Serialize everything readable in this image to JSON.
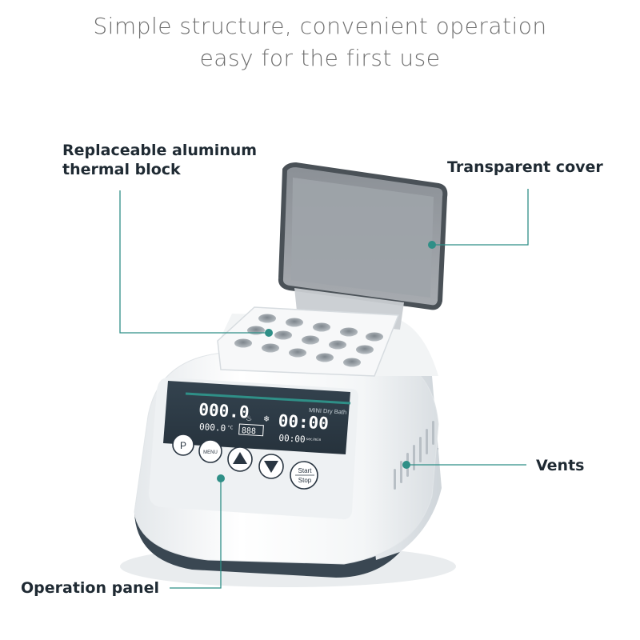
{
  "header": {
    "line1": "Simple structure, convenient operation",
    "line2": "easy for the first use"
  },
  "callouts": {
    "block_line1": "Replaceable aluminum",
    "block_line2": "thermal block",
    "cover": "Transparent cover",
    "vents": "Vents",
    "panel": "Operation panel"
  },
  "device": {
    "brand_label": "MINI Dry Bath",
    "display": {
      "temp_main": "000.0",
      "temp_sub": "000.0",
      "temp_unit": "°C",
      "program": "888",
      "time_main": "00:00",
      "time_sub": "00:00",
      "time_unit": "sec/min"
    },
    "buttons": {
      "p": "P",
      "menu": "MENU",
      "start": "Start",
      "stop": "Stop"
    }
  },
  "colors": {
    "accent": "#2f8f87",
    "dark_panel": "#2c3a46",
    "body": "#f7f8f9",
    "base": "#3a4752"
  },
  "icons": [
    "heat-icon",
    "cool-icon",
    "up-arrow-icon",
    "down-arrow-icon"
  ]
}
